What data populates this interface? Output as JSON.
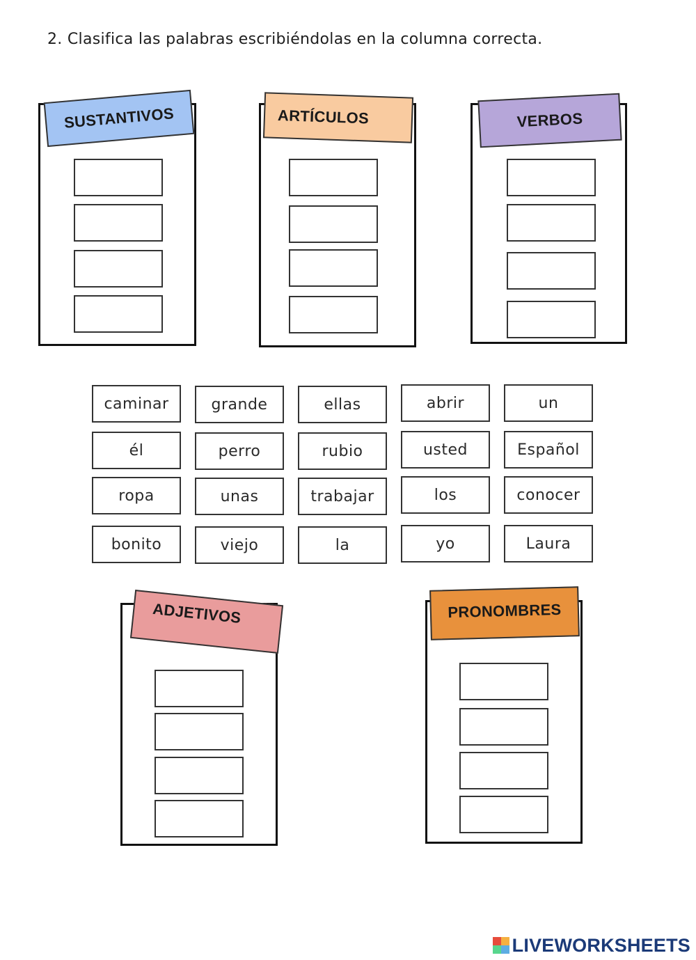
{
  "instruction": "2. Clasifica las palabras escribiéndolas en la columna correcta.",
  "categories": [
    {
      "label": "SUSTANTIVOS",
      "color": "#a3c4f3"
    },
    {
      "label": "ARTÍCULOS",
      "color": "#f9cba0"
    },
    {
      "label": "VERBOS",
      "color": "#b6a6d9"
    },
    {
      "label": "ADJETIVOS",
      "color": "#e99c9c"
    },
    {
      "label": "PRONOMBRES",
      "color": "#e8913c"
    }
  ],
  "words": [
    [
      "caminar",
      "grande",
      "ellas",
      "abrir",
      "un"
    ],
    [
      "él",
      "perro",
      "rubio",
      "usted",
      "Español"
    ],
    [
      "ropa",
      "unas",
      "trabajar",
      "los",
      "conocer"
    ],
    [
      "bonito",
      "viejo",
      "la",
      "yo",
      "Laura"
    ]
  ],
  "brand": {
    "text": "LIVEWORKSHEETS",
    "icon": "liveworksheets-logo-icon",
    "icon_colors": [
      "#e74c3c",
      "#f5b041",
      "#58d68d",
      "#5dade2"
    ]
  }
}
